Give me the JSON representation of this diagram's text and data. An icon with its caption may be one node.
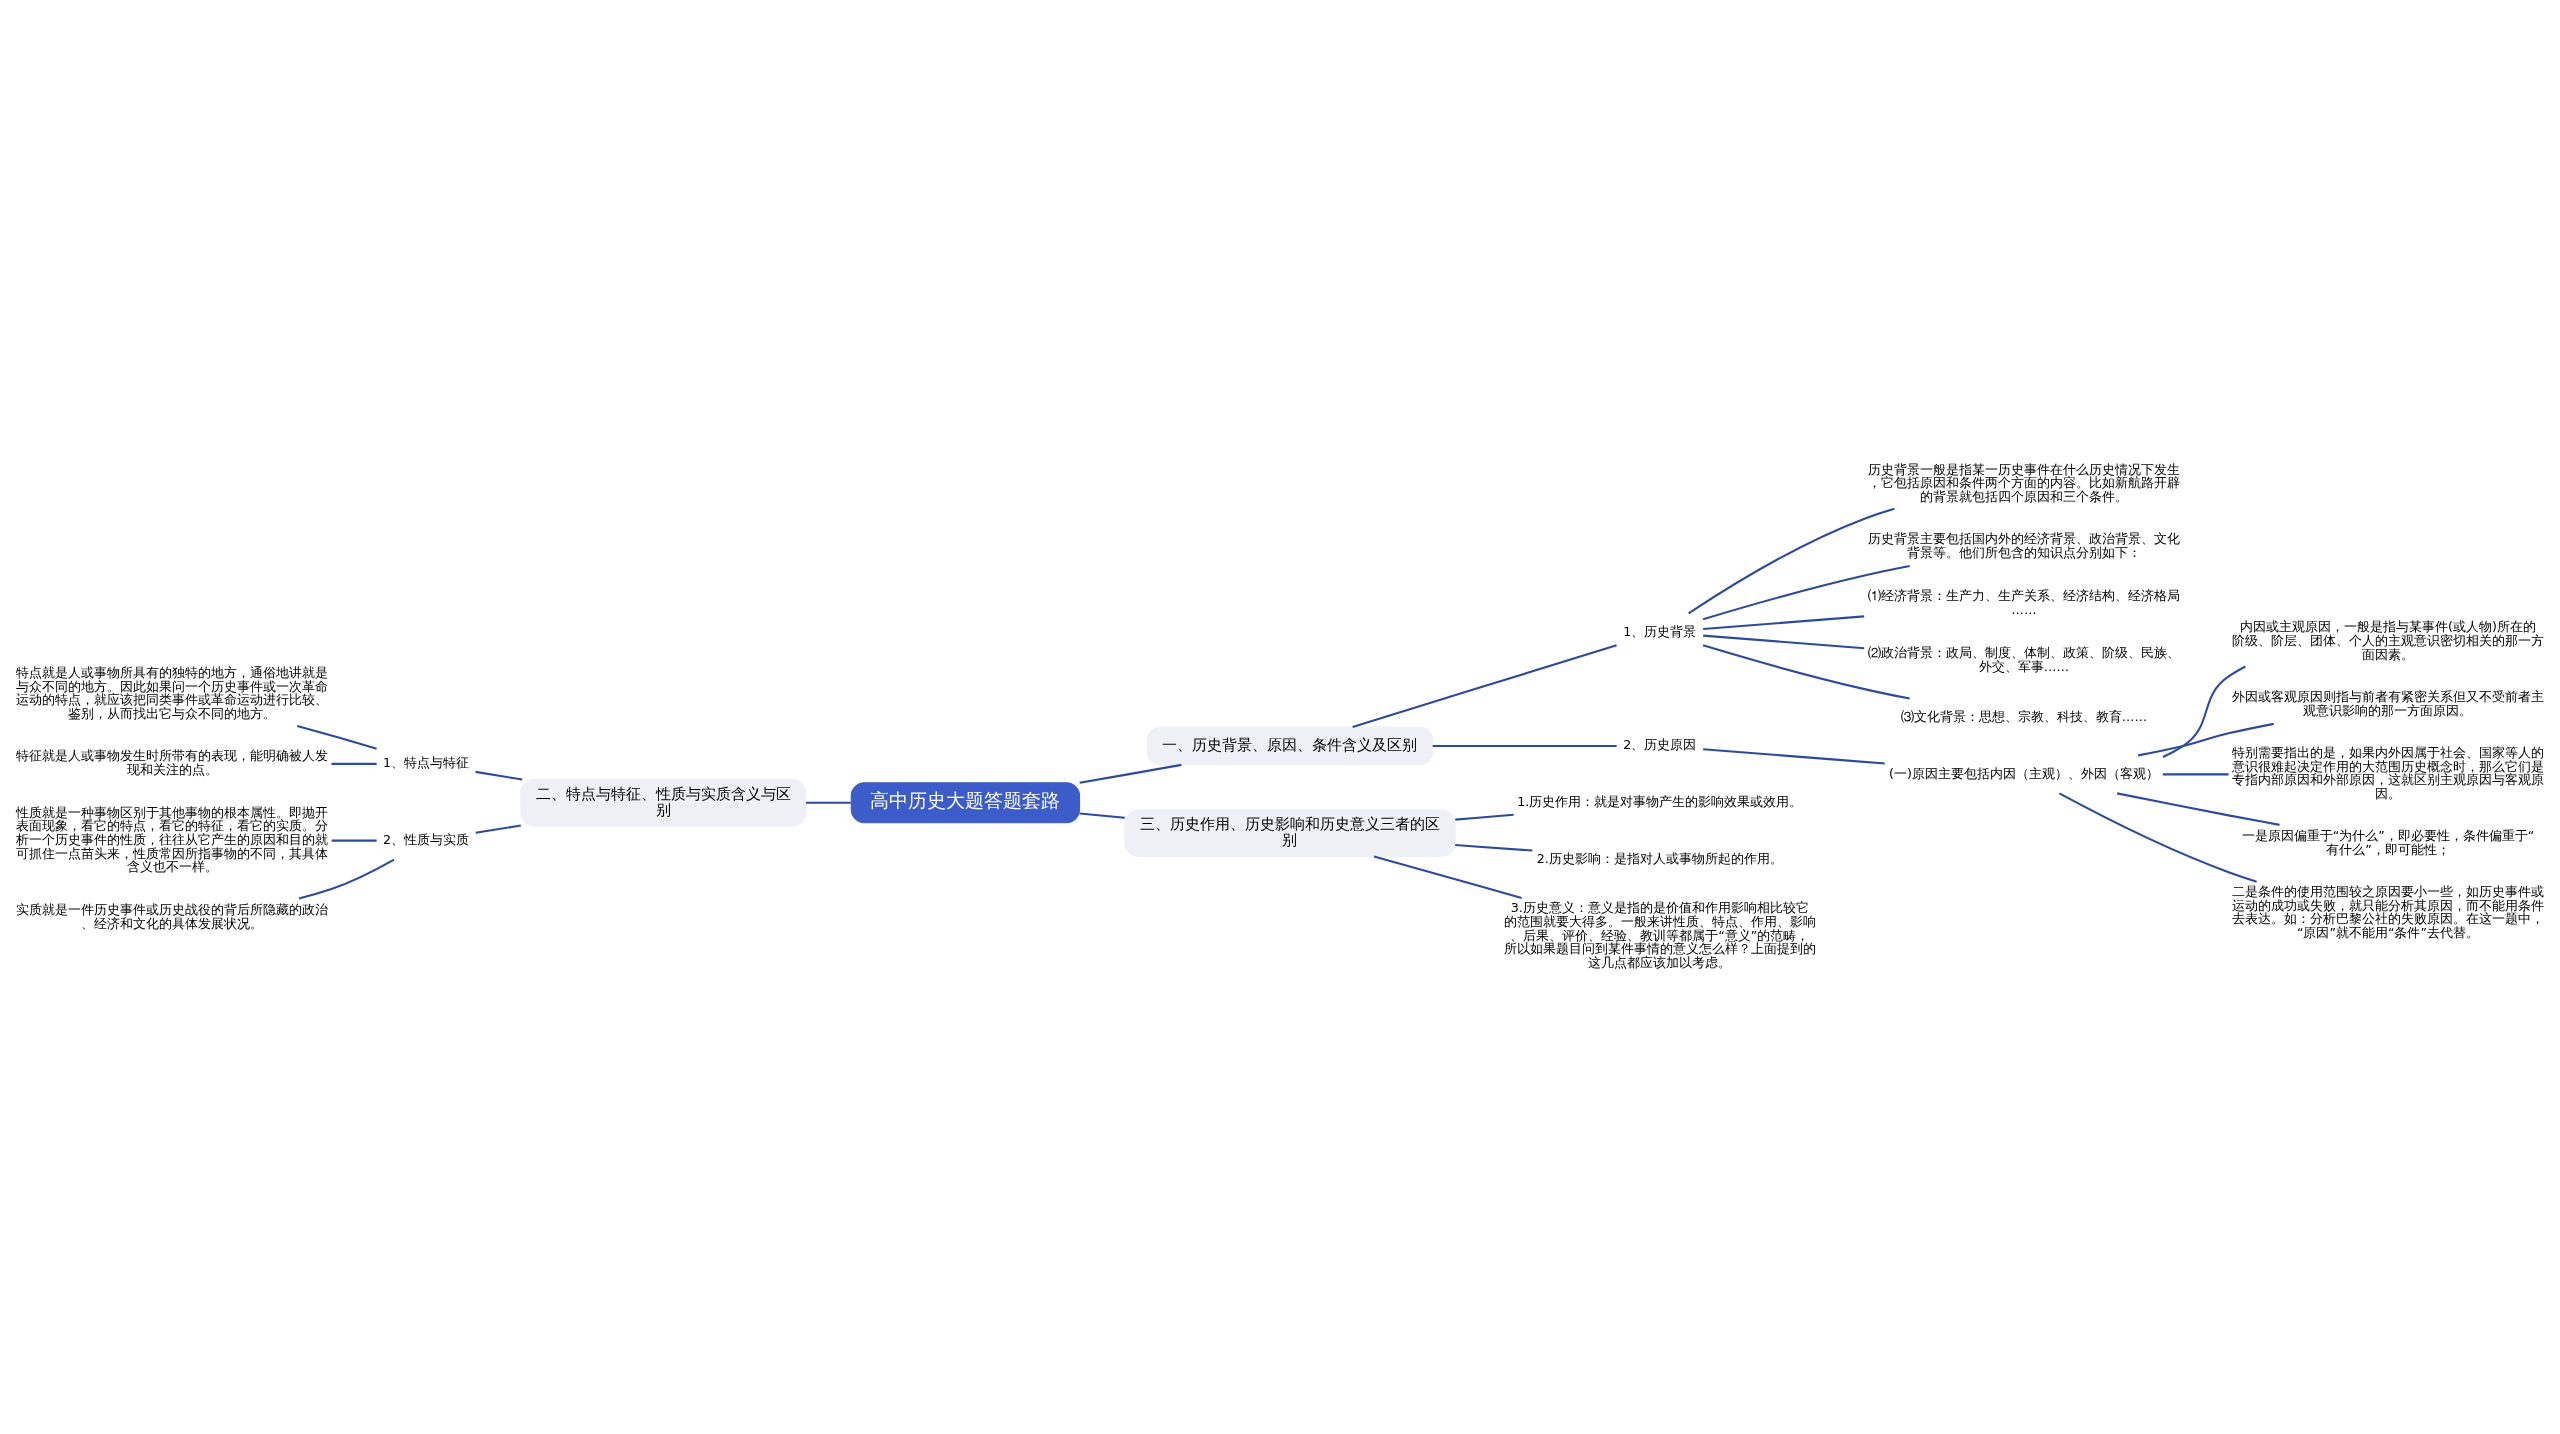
{
  "diagram": {
    "nodes": [
      {
        "text": [
          "高中历史大题答题套路"
        ]
      },
      {
        "text": [
          "一、历史背景、原因、条件含义及区别"
        ]
      },
      {
        "text": [
          "1、历史背景"
        ]
      },
      {
        "text": [
          "历史背景一般是指某一历史事件在什么历史情况下发生，它包括原因和条件两个方面的内容。比如新航路开辟的背景就包括四个原因和三个条件。"
        ]
      },
      {
        "text": [
          "历史背景主要包括国内外的经济背景、政治背景、文化背景等。他们所包含的知识点分别如下："
        ]
      },
      {
        "text": [
          "⑴经济背景：生产力、生产关系、经济结构、经济格局……"
        ]
      },
      {
        "text": [
          "⑵政治背景：政局、制度、体制、政策、阶级、民族、外交、军事……"
        ]
      },
      {
        "text": [
          "⑶文化背景：思想、宗教、科技、教育……"
        ]
      },
      {
        "text": [
          "2、历史原因"
        ]
      },
      {
        "text": [
          "(一)原因主要包括内因（主观）、外因（客观）"
        ]
      },
      {
        "text": [
          "内因或主观原因，一般是指与某事件(或人物)所在的阶级、阶层、团体、个人的主观意识密切相关的那一方面因素。"
        ]
      },
      {
        "text": [
          "外因或客观原因则指与前者有紧密关系但又不受前者主观意识影响的那一方面原因。"
        ]
      },
      {
        "text": [
          "特别需要指出的是，如果内外因属于社会、国家等人的意识很难起决定作用的大范围历史概念时，那么它们是专指内部原因和外部原因，这就区别主观原因与客观原因。"
        ]
      },
      {
        "text": [
          "一是原因偏重于“为什么”，即必要性，条件偏重于“有什么”，即可能性；"
        ]
      },
      {
        "text": [
          "二是条件的使用范围较之原因要小一些，如历史事件或运动的成功或失败，就只能分析其原因，而不能用条件去表达。如：分析巴黎公社的失败原因。在这一题中，“原因”就不能用“条件”去代替。"
        ]
      },
      {
        "text": [
          "二、特点与特征、性质与实质含义与区别"
        ]
      },
      {
        "text": [
          "1、特点与特征"
        ]
      },
      {
        "text": [
          "特点就是人或事物所具有的独特的地方，通俗地讲就是与众不同的地方。因此如果问一个历史事件或一次革命运动的特点，就应该把同类事件或革命运动进行比较、鉴别，从而找出它与众不同的地方。"
        ]
      },
      {
        "text": [
          "特征就是人或事物发生时所带有的表现，能明确被人发现和关注的点。"
        ]
      },
      {
        "text": [
          "2、性质与实质"
        ]
      },
      {
        "text": [
          "性质就是一种事物区别于其他事物的根本属性。即抛开表面现象，看它的特点，看它的特征，看它的实质。分析一个历史事件的性质，往往从它产生的原因和目的就可抓住一点苗头来，性质常因所指事物的不同，其具体含义也不一样。"
        ]
      },
      {
        "text": [
          "实质就是一件历史事件或历史战役的背后所隐藏的政治、经济和文化的具体发展状况。"
        ]
      },
      {
        "text": [
          "三、历史作用、历史影响和历史意义三者的区别"
        ]
      },
      {
        "text": [
          "1.历史作用：就是对事物产生的影响效果或效用。"
        ]
      },
      {
        "text": [
          "2.历史影响：是指对人或事物所起的作用。"
        ]
      },
      {
        "text": [
          "3.历史意义：意义是指的是价值和作用影响相比较它的范围就要大得多。一般来讲性质、特点、作用、影响、后果、评价、经验、教训等都属于“意义”的范畴，所以如果题目问到某件事情的意义怎么样？上面提到的这几点都应该加以考虑。"
        ]
      }
    ],
    "edges": [
      {
        "from": 0,
        "to": 1,
        "arrow": "none"
      },
      {
        "from": 1,
        "to": 2,
        "arrow": "none"
      },
      {
        "from": 2,
        "to": 3,
        "arrow": "none"
      },
      {
        "from": 2,
        "to": 4,
        "arrow": "none"
      },
      {
        "from": 2,
        "to": 5,
        "arrow": "none"
      },
      {
        "from": 2,
        "to": 6,
        "arrow": "none"
      },
      {
        "from": 2,
        "to": 7,
        "arrow": "none"
      },
      {
        "from": 1,
        "to": 8,
        "arrow": "none"
      },
      {
        "from": 8,
        "to": 9,
        "arrow": "none"
      },
      {
        "from": 9,
        "to": 10,
        "arrow": "none"
      },
      {
        "from": 9,
        "to": 11,
        "arrow": "none"
      },
      {
        "from": 9,
        "to": 12,
        "arrow": "none"
      },
      {
        "from": 9,
        "to": 13,
        "arrow": "none"
      },
      {
        "from": 9,
        "to": 14,
        "arrow": "none"
      },
      {
        "from": 0,
        "to": 15,
        "arrow": "none"
      },
      {
        "from": 15,
        "to": 16,
        "arrow": "none"
      },
      {
        "from": 16,
        "to": 17,
        "arrow": "none"
      },
      {
        "from": 16,
        "to": 18,
        "arrow": "none"
      },
      {
        "from": 15,
        "to": 19,
        "arrow": "none"
      },
      {
        "from": 19,
        "to": 20,
        "arrow": "none"
      },
      {
        "from": 19,
        "to": 21,
        "arrow": "none"
      },
      {
        "from": 0,
        "to": 22,
        "arrow": "none"
      },
      {
        "from": 22,
        "to": 23,
        "arrow": "none"
      },
      {
        "from": 22,
        "to": 24,
        "arrow": "none"
      },
      {
        "from": 22,
        "to": 25,
        "arrow": "none"
      }
    ]
  }
}
